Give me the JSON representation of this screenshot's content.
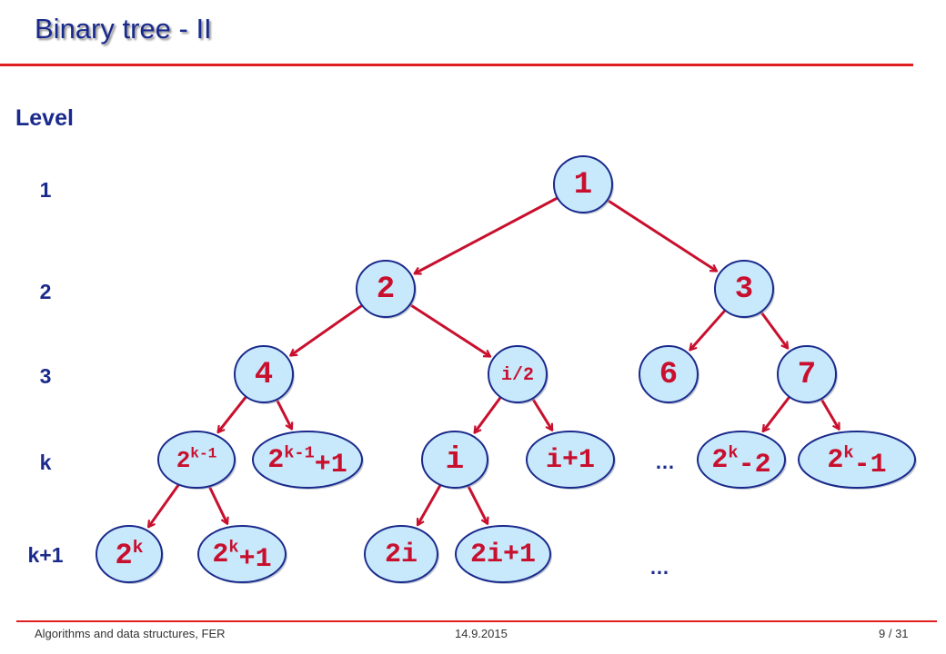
{
  "slide": {
    "title": "Binary tree - II",
    "level_heading": "Level",
    "levels": [
      "1",
      "2",
      "3",
      "k",
      "k+1"
    ],
    "ellipses": [
      "…",
      "…"
    ],
    "footer": {
      "course": "Algorithms and data structures, FER",
      "date": "14.9.2015",
      "page": "9 / 31"
    }
  },
  "colors": {
    "title": "#1a2a8c",
    "rule": "#e02020",
    "node_fill": "#c8e8fb",
    "node_stroke": "#1a2a8c",
    "node_text": "#c8102e",
    "edge": "#c8102e"
  },
  "tree": {
    "nodes": [
      {
        "id": "n1",
        "base": "1"
      },
      {
        "id": "n2",
        "base": "2"
      },
      {
        "id": "n3",
        "base": "3"
      },
      {
        "id": "n4",
        "base": "4"
      },
      {
        "id": "ni2",
        "base": "i/2"
      },
      {
        "id": "n6",
        "base": "6"
      },
      {
        "id": "n7",
        "base": "7"
      },
      {
        "id": "n2k1",
        "base": "2",
        "sup": "k-1"
      },
      {
        "id": "n2k1p",
        "base": "2",
        "sup": "k-1",
        "suffix": "+1"
      },
      {
        "id": "ni",
        "base": "i"
      },
      {
        "id": "ni1",
        "base": "i+1"
      },
      {
        "id": "n2k2",
        "base": "2",
        "sup": "k",
        "suffix": "-2"
      },
      {
        "id": "n2km1",
        "base": "2",
        "sup": "k",
        "suffix": "-1"
      },
      {
        "id": "n2k",
        "base": "2",
        "sup": "k"
      },
      {
        "id": "n2kp1",
        "base": "2",
        "sup": "k",
        "suffix": "+1"
      },
      {
        "id": "n2i",
        "base": "2i"
      },
      {
        "id": "n2i1",
        "base": "2i+1"
      }
    ],
    "edges": [
      [
        "n1",
        "n2"
      ],
      [
        "n1",
        "n3"
      ],
      [
        "n2",
        "n4"
      ],
      [
        "n2",
        "ni2"
      ],
      [
        "n3",
        "n6"
      ],
      [
        "n3",
        "n7"
      ],
      [
        "n4",
        "n2k1"
      ],
      [
        "n4",
        "n2k1p"
      ],
      [
        "ni2",
        "ni"
      ],
      [
        "ni2",
        "ni1"
      ],
      [
        "n7",
        "n2k2"
      ],
      [
        "n7",
        "n2km1"
      ],
      [
        "n2k1",
        "n2k"
      ],
      [
        "n2k1",
        "n2kp1"
      ],
      [
        "ni",
        "n2i"
      ],
      [
        "ni",
        "n2i1"
      ]
    ]
  }
}
